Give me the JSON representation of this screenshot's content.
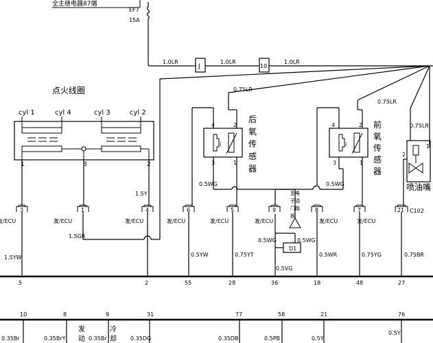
{
  "top": {
    "relay_label": "全主继电器87端",
    "fuse_name": "EF7",
    "fuse_rating": "15A"
  },
  "top_run": {
    "wire1": "1.0LR",
    "wire2": "1.0LR",
    "wire3": "1.0LR",
    "conn_j": "J",
    "conn_10": "10"
  },
  "coil": {
    "title": "点火线圈",
    "cyl1": "cyl 1",
    "cyl4": "cyl 4",
    "cyl3": "cyl 3",
    "cyl2": "cyl 2",
    "pin1": "1",
    "pin3": "3",
    "pin2": "2"
  },
  "rear_o2": {
    "title_chars": [
      "后",
      "氧",
      "传",
      "感",
      "器"
    ],
    "pin4": "4",
    "pin2": "2",
    "pin3": "3",
    "pin1": "1",
    "feed": "0.75LR",
    "gnd_wire": "0.5WG"
  },
  "front_o2": {
    "title_chars": [
      "前",
      "氧",
      "传",
      "感",
      "器"
    ],
    "pin4": "4",
    "pin2": "2",
    "pin3": "3",
    "pin1": "1",
    "feed": "0.75LR",
    "gnd_wire": "0.5WG"
  },
  "injector": {
    "title": "喷油嘴",
    "wire": "0.75LR",
    "pin2": "2",
    "pin1": "1",
    "conn": "C102"
  },
  "ground_note": {
    "lines": [
      "至电",
      "子油",
      "门踏",
      "板"
    ],
    "d1": "D1"
  },
  "ecu_connectors": [
    {
      "num": "3",
      "label": "发/ECU"
    },
    {
      "num": "1",
      "label": "发/ECU"
    },
    {
      "num": "4",
      "label": "发/ECU"
    },
    {
      "num": "6",
      "label": "发/ECU"
    },
    {
      "num": "5",
      "label": "发/ECU"
    },
    {
      "num": "9",
      "label": "发/ECU"
    },
    {
      "num": "8",
      "label": "发/ECU"
    },
    {
      "num": "7",
      "label": "发/ECU"
    },
    {
      "num": "21",
      "label": ""
    }
  ],
  "wires": {
    "w_1_5y": "1.5Y",
    "w_1_5gr": "1.5GR",
    "w_1_5yw": "1.5YW",
    "w_0_5yw": "0.5YW",
    "w_0_75yt": "0.75YT",
    "w_0_5wg_a": "0.5WG",
    "w_0_5wg_b": "0.5WG",
    "w_0_5vg": "0.5VG",
    "w_0_5wr": "0.5WR",
    "w_0_75yg": "0.75YG",
    "w_0_75br": "0.75BR"
  },
  "bus_pins": [
    "5",
    "2",
    "55",
    "28",
    "36",
    "18",
    "48",
    "27"
  ],
  "bottom_pins": [
    "10",
    "8",
    "9",
    "31",
    "77",
    "58",
    "21",
    "76"
  ],
  "bottom_wires": [
    "0.35Br",
    "0.35BrY",
    "0.35Br",
    "0.35DG",
    "0.35DB",
    "0.5PB",
    "0.5Y",
    "0.5Y"
  ],
  "bottom_notes": {
    "fa": "发",
    "dong": "动",
    "leng": "冷",
    "que": "却"
  }
}
